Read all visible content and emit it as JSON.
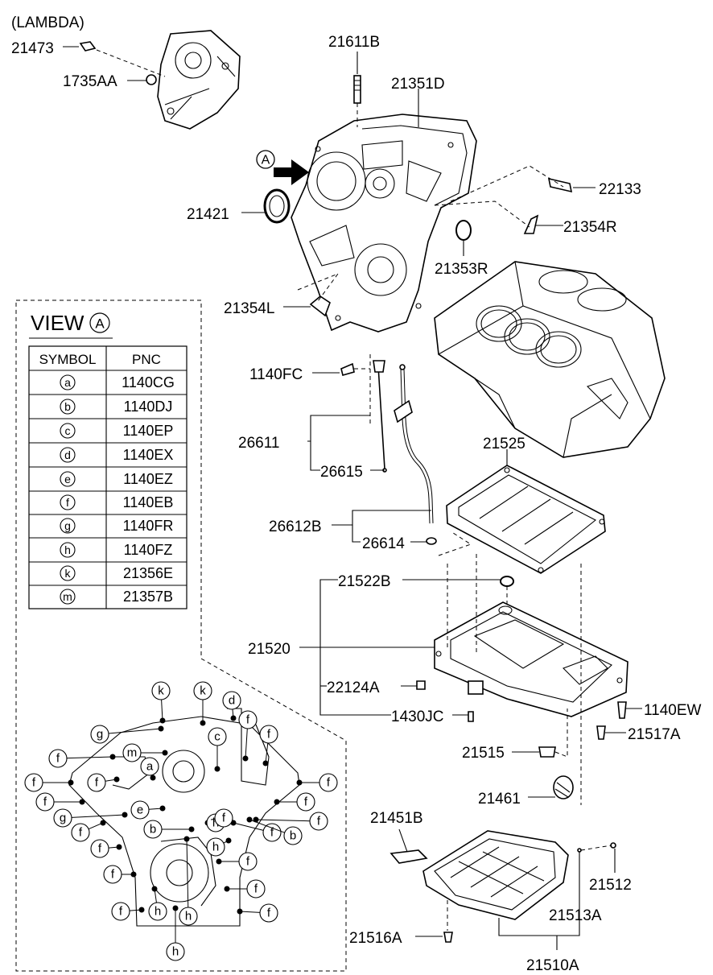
{
  "engine_label": "(LAMBDA)",
  "view": {
    "title": "VIEW",
    "title_symbol": "A",
    "arrow_symbol": "A"
  },
  "table": {
    "headers": {
      "symbol": "SYMBOL",
      "pnc": "PNC"
    },
    "rows": [
      {
        "symbol": "a",
        "pnc": "1140CG"
      },
      {
        "symbol": "b",
        "pnc": "1140DJ"
      },
      {
        "symbol": "c",
        "pnc": "1140EP"
      },
      {
        "symbol": "d",
        "pnc": "1140EX"
      },
      {
        "symbol": "e",
        "pnc": "1140EZ"
      },
      {
        "symbol": "f",
        "pnc": "1140EB"
      },
      {
        "symbol": "g",
        "pnc": "1140FR"
      },
      {
        "symbol": "h",
        "pnc": "1140FZ"
      },
      {
        "symbol": "k",
        "pnc": "21356E"
      },
      {
        "symbol": "m",
        "pnc": "21357B"
      }
    ]
  },
  "part_labels": [
    "21473",
    "1735AA",
    "21611B",
    "21351D",
    "21421",
    "22133",
    "21354R",
    "21353R",
    "21354L",
    "1140FC",
    "26611",
    "26615",
    "21525",
    "26612B",
    "26614",
    "21522B",
    "21520",
    "22124A",
    "1430JC",
    "1140EW",
    "21517A",
    "21515",
    "21461",
    "21451B",
    "21512",
    "21513A",
    "21516A",
    "21510A"
  ],
  "view_callouts": [
    "k",
    "k",
    "d",
    "g",
    "f",
    "f",
    "c",
    "m",
    "f",
    "a",
    "f",
    "f",
    "f",
    "f",
    "e",
    "f",
    "f",
    "g",
    "f",
    "b",
    "f",
    "b",
    "h",
    "f",
    "f",
    "f",
    "h",
    "f",
    "f",
    "f",
    "h",
    "h",
    "f",
    "h"
  ]
}
